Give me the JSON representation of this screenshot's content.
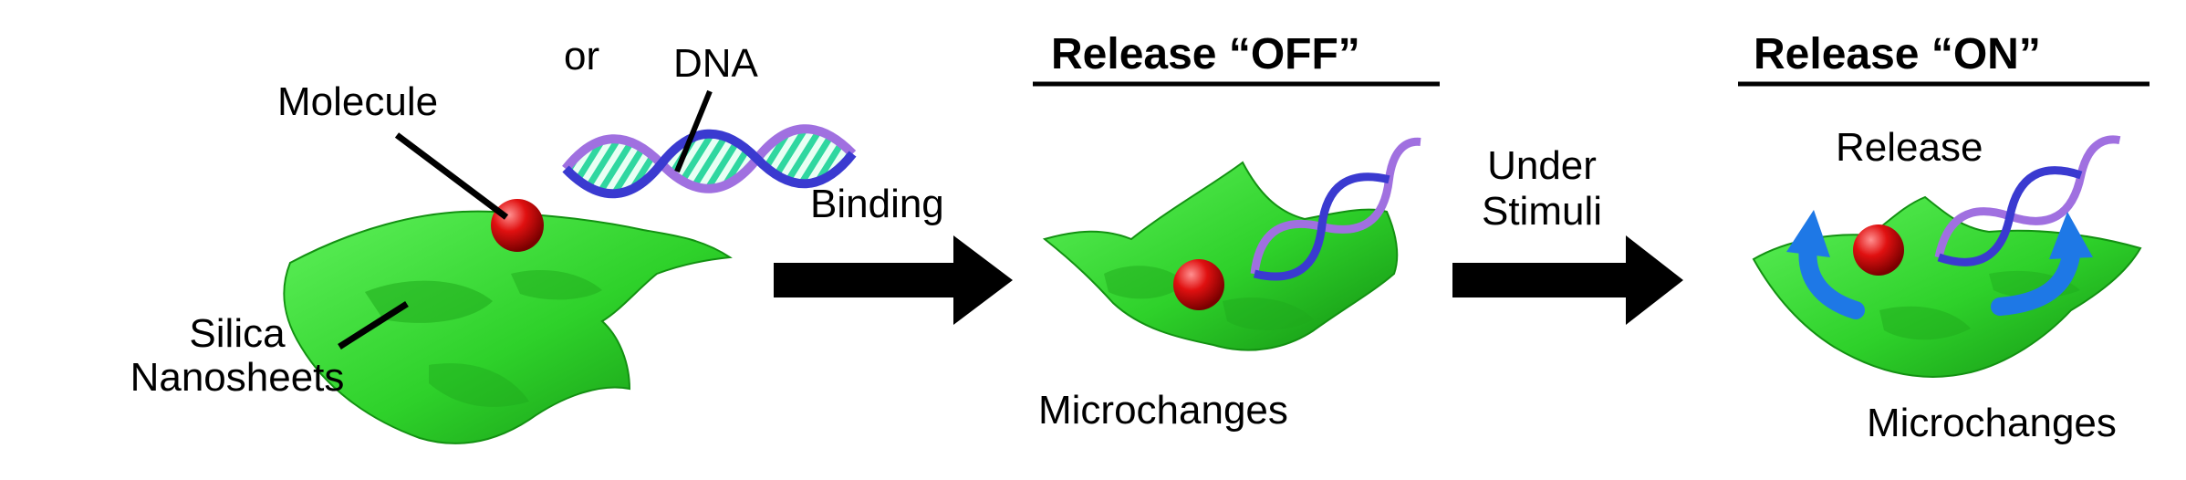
{
  "labels": {
    "molecule": "Molecule",
    "or": "or",
    "dna": "DNA",
    "silica_line1": "Silica",
    "silica_line2": "Nanosheets",
    "binding": "Binding",
    "release_off": "Release “OFF”",
    "microchanges_off": "Microchanges",
    "under": "Under",
    "stimuli": "Stimuli",
    "release_on": "Release “ON”",
    "release": "Release",
    "microchanges_on": "Microchanges"
  },
  "colors": {
    "sheet": "#2ed12a",
    "sheet_dark": "#1a9a18",
    "molecule": "#e01010",
    "dna_backbone": "#a070e0",
    "dna_bases": "#2fd7a0",
    "dna_blue": "#3a3ad0",
    "release_arrow": "#1e78e6",
    "process_arrow": "#000000"
  },
  "icons": [
    "silica-nanosheet-shape",
    "molecule-sphere",
    "dna-helix",
    "process-arrow",
    "release-curved-arrow"
  ]
}
